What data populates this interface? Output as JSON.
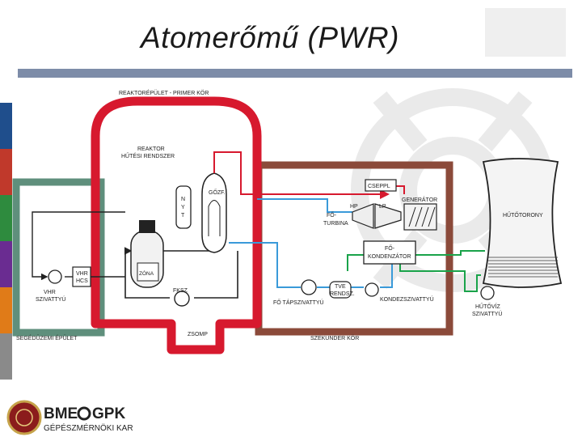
{
  "slide": {
    "title": "Atomerőmű (PWR)"
  },
  "diagram": {
    "labels": {
      "reactor_building": "REAKTORÉPÜLET - PRIMER KÖR",
      "reactor_cooling_1": "REAKTOR",
      "reactor_cooling_2": "HŰTÉSI RENDSZER",
      "steam_generator": "GŐZF.",
      "pressurizer_n": "N",
      "pressurizer_y": "Y",
      "pressurizer_t": "T",
      "core": "ZÓNA",
      "main_coolant_pump": "FKSZ",
      "sump": "ZSOMP",
      "aux_building": "SEGÉDÜZEMI ÉPÜLET",
      "vhr_hcs_1": "VHR",
      "vhr_hcs_2": "HCS",
      "vhr_pump_1": "VHR",
      "vhr_pump_2": "SZIVATTYÚ",
      "moisture_separator": "CSEPPL",
      "hp": "HP",
      "lp": "LP",
      "main_turbine_1": "FŐ-",
      "main_turbine_2": "TURBINA",
      "generator": "GENERÁTOR",
      "main_condenser_1": "FŐ-",
      "main_condenser_2": "KONDENZÁTOR",
      "feed_system_1": "TVE",
      "feed_system_2": "RENDSZ.",
      "main_feed_pump": "FŐ TÁPSZIVATTYÚ",
      "condensate_pump": "KONDEZSZIVATTYÚ",
      "secondary_circuit": "SZEKUNDER KÖR",
      "cooling_tower": "HŰTŐTORONY",
      "cooling_pump_1": "HŰTŐVÍZ",
      "cooling_pump_2": "SZIVATTYÚ"
    },
    "colors": {
      "primary_circuit": "#d7192e",
      "secondary_building": "#8b4a3a",
      "aux_building": "#5f8f7c",
      "steam_line": "#d7192e",
      "feedwater_line": "#3a9ad9",
      "cooling_water_line": "#1aa34a",
      "title_rule": "#7d8ca8"
    },
    "side_strip_colors": [
      "#1f4e8c",
      "#c0392b",
      "#2e8b3e",
      "#6a2c91",
      "#e07b18",
      "#8a8a8a"
    ]
  },
  "logo": {
    "text_left": "BME",
    "text_right": "GPK",
    "subtitle": "GÉPÉSZMÉRNÖKI KAR"
  }
}
